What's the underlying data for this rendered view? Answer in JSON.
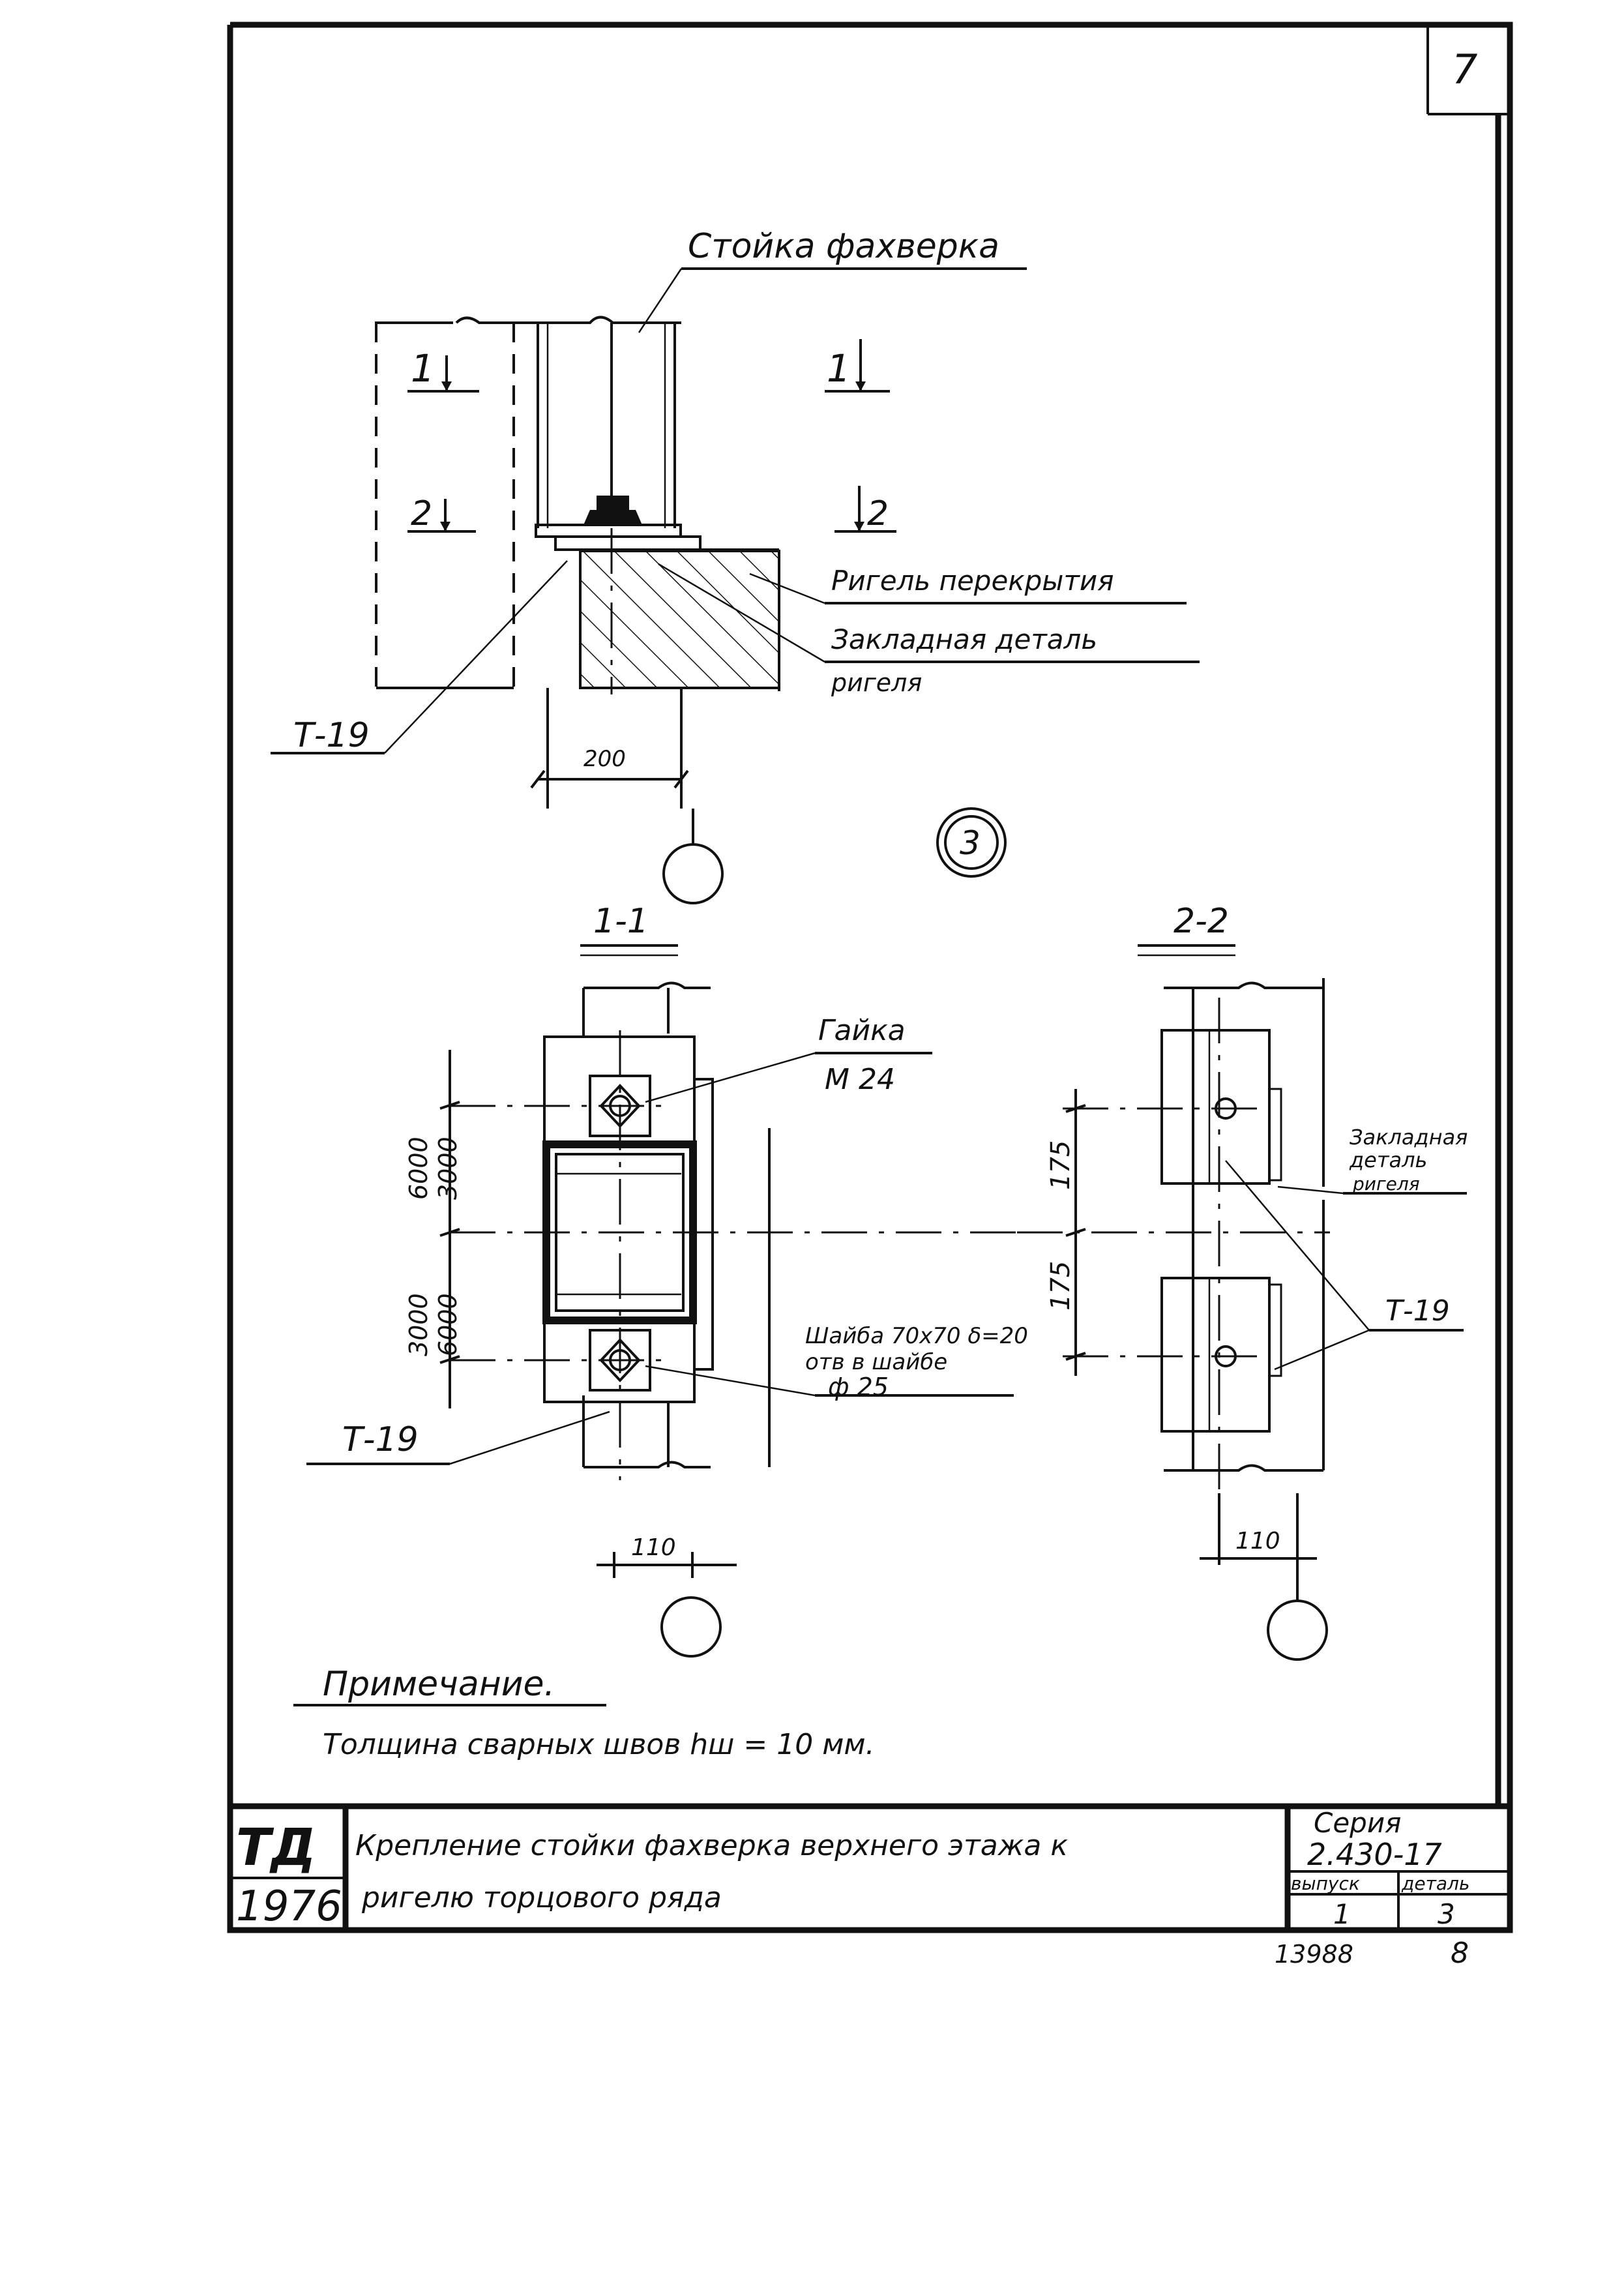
{
  "sheet": {
    "page_number": "7",
    "node_number": "3"
  },
  "labels": {
    "post": "Стойка фахверка",
    "crossbar": "Ригель перекрытия",
    "embedded_part_line1": "Закладная деталь",
    "embedded_part_line2": "ригеля",
    "weld_top": "Т-19",
    "dim_200": "200",
    "section_1": "1",
    "section_2": "2",
    "section_1_title": "1-1",
    "section_2_title": "2-2",
    "nut_line1": "Гайка",
    "nut_line2": "М 24",
    "washer_line1": "Шайба 70х70 δ=20",
    "washer_line2": "отв в шайбе",
    "washer_line3": "ф 25",
    "weld_s1": "Т-19",
    "weld_s2": "Т-19",
    "dim_6000_top": "6000",
    "dim_3000_top": "3000",
    "dim_3000_bot": "3000",
    "dim_6000_bot": "6000",
    "dim_110_s1": "110",
    "dim_110_s2": "110",
    "dim_175_top": "175",
    "dim_175_bot": "175",
    "embedded_s2_line1": "Закладная",
    "embedded_s2_line2": "деталь",
    "embedded_s2_line3": "ригеля"
  },
  "note": {
    "title": "Примечание.",
    "text": "Толщина сварных швов hш = 10 мм."
  },
  "title_block": {
    "logo": "ТД",
    "year": "1976",
    "title_line1": "Крепление стойки фахверка верхнего этажа к",
    "title_line2": "ригелю торцового ряда",
    "series_label": "Серия",
    "series_value": "2.430-17",
    "issue_label": "выпуск",
    "issue_value": "1",
    "detail_label": "деталь",
    "detail_value": "3",
    "archive_number": "13988",
    "sheet_number": "8"
  }
}
